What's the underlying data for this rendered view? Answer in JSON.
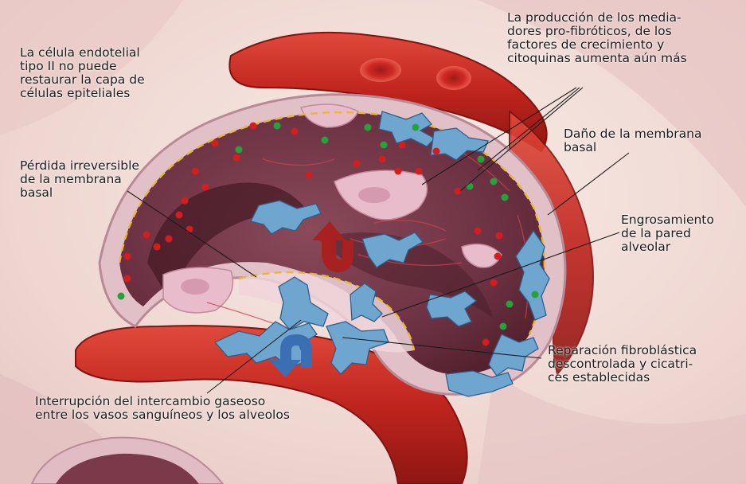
{
  "labels": {
    "endothelial": [
      "La célula endotelial",
      "tipo II no puede",
      "restaurar la capa de",
      "células epiteliales"
    ],
    "production": [
      "La producción de los media-",
      "dores pro-fibróticos, de los",
      "factores de crecimiento y",
      "citoquinas aumenta aún más"
    ],
    "damage": [
      "Daño de la membrana",
      "basal"
    ],
    "loss": [
      "Pérdida irreversible",
      "de la membrana",
      "basal"
    ],
    "thickening": [
      "Engrosamiento",
      "de la pared",
      "alveolar"
    ],
    "repair": [
      "Reparación fibroblástica",
      "descontrolada y cicatri-",
      "ces establecidas"
    ],
    "interruption": [
      "Interrupción del intercambio gaseoso",
      "entre los vasos sanguíneos y los alveolos"
    ]
  },
  "colors": {
    "background": "#f3ded7",
    "alveolus_wall": "#e2c0c8",
    "alveolus_interior": "#6e3544",
    "vessel": "#c0241e",
    "vessel_highlight": "#e04a3a",
    "fibroblast": "#6fa6cf",
    "membrane_line": "#e8b83a",
    "red_dot": "#d41e1e",
    "green_dot": "#27a13b",
    "arrow_red": "#a82020",
    "arrow_blue": "#3b6fb3"
  },
  "icons": {
    "rotation_arrows": "curved-arrow-icon"
  }
}
